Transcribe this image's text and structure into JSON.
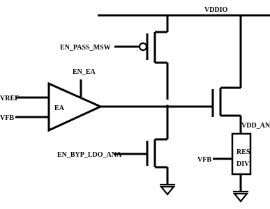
{
  "labels": {
    "supply": "VDDIO",
    "pmos_gate": "EN_PASS_MSW",
    "ea_enable": "EN_EA",
    "ea_in_pos": "VREF",
    "ea_in_neg": "VFB",
    "amp_name": "EA",
    "nmos_gate": "EN_BYP_LDO_ANA",
    "output_node": "VDD_ANA",
    "divider_tap": "VFB",
    "divider_line1": "RES",
    "divider_line2": "DIV"
  }
}
